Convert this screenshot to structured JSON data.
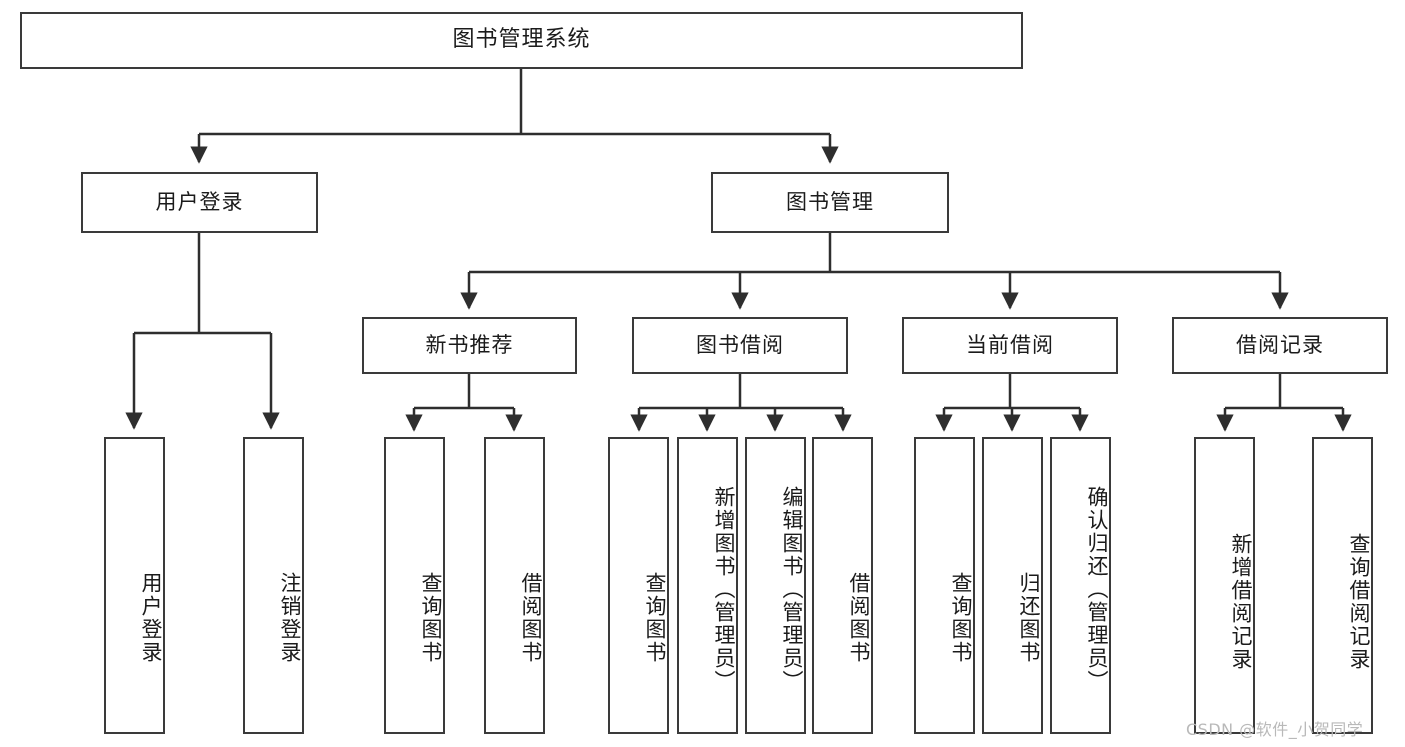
{
  "diagram": {
    "title": "图书管理系统",
    "type": "functional-structure-tree",
    "root": {
      "label": "图书管理系统"
    },
    "level1": [
      {
        "label": "用户登录"
      },
      {
        "label": "图书管理"
      }
    ],
    "level2": [
      {
        "label": "新书推荐",
        "parent": "图书管理"
      },
      {
        "label": "图书借阅",
        "parent": "图书管理"
      },
      {
        "label": "当前借阅",
        "parent": "图书管理"
      },
      {
        "label": "借阅记录",
        "parent": "图书管理"
      }
    ],
    "leaves": {
      "user_login": [
        {
          "label": "用户登录"
        },
        {
          "label": "注销登录"
        }
      ],
      "new_book_recommend": [
        {
          "label": "查询图书"
        },
        {
          "label": "借阅图书"
        }
      ],
      "book_borrow": [
        {
          "label": "查询图书"
        },
        {
          "label": "新增图书（管理员）"
        },
        {
          "label": "编辑图书（管理员）"
        },
        {
          "label": "借阅图书"
        }
      ],
      "current_borrow": [
        {
          "label": "查询图书"
        },
        {
          "label": "归还图书"
        },
        {
          "label": "确认归还（管理员）"
        }
      ],
      "borrow_record": [
        {
          "label": "新增借阅记录"
        },
        {
          "label": "查询借阅记录"
        }
      ]
    }
  },
  "watermark": {
    "text": "CSDN @软件_小贺同学"
  },
  "colors": {
    "border": "#3a3a3a",
    "background": "#ffffff",
    "text": "#1b1b1b",
    "watermark": "#b9b9b9"
  }
}
